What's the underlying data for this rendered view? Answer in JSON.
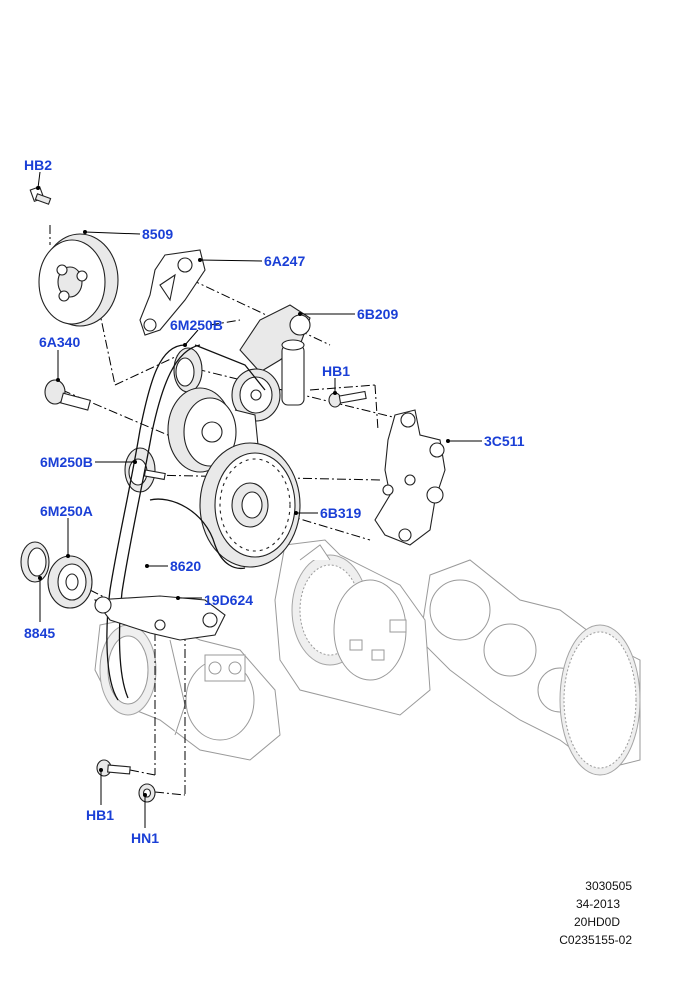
{
  "callouts": [
    {
      "id": "hb2",
      "label": "HB2"
    },
    {
      "id": "8509",
      "label": "8509"
    },
    {
      "id": "6a247",
      "label": "6A247"
    },
    {
      "id": "6m250b-top",
      "label": "6M250B"
    },
    {
      "id": "6b209",
      "label": "6B209"
    },
    {
      "id": "6a340",
      "label": "6A340"
    },
    {
      "id": "hb1-top",
      "label": "HB1"
    },
    {
      "id": "3c511",
      "label": "3C511"
    },
    {
      "id": "6m250b-mid",
      "label": "6M250B"
    },
    {
      "id": "6b319",
      "label": "6B319"
    },
    {
      "id": "6m250a",
      "label": "6M250A"
    },
    {
      "id": "8620",
      "label": "8620"
    },
    {
      "id": "19d624",
      "label": "19D624"
    },
    {
      "id": "8845",
      "label": "8845"
    },
    {
      "id": "hb1-bottom",
      "label": "HB1"
    },
    {
      "id": "hn1",
      "label": "HN1"
    }
  ],
  "reference": {
    "line1": "3030505",
    "line2": "34-2013",
    "line3": "20HD0D",
    "line4": "C0235155-02"
  },
  "colors": {
    "callout": "#1a3fd6",
    "line": "#000000",
    "ghost": "#9a9a9a"
  }
}
